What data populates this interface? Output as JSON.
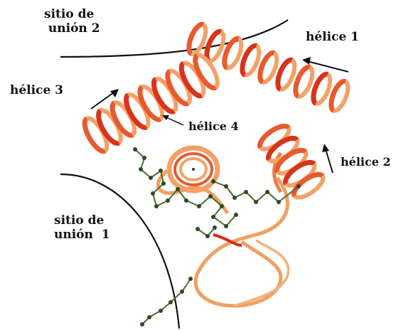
{
  "labels": {
    "site2": "sitio de\n unión 2",
    "helix1": "hélice 1",
    "helix2": "hélice 2",
    "helix3": "hélice 3",
    "helix4": "hélice 4",
    "site1": "sitio de\nunión  1"
  },
  "colors": {
    "helix_dark": "#d8331b",
    "helix_mid": "#e85a2e",
    "helix_light": "#f4a068",
    "coil": "#f0a060",
    "coil_red": "#d32a20",
    "ligand_atom": "#2f4a1f",
    "ligand_bond": "#4b6a35",
    "line": "#111111"
  }
}
